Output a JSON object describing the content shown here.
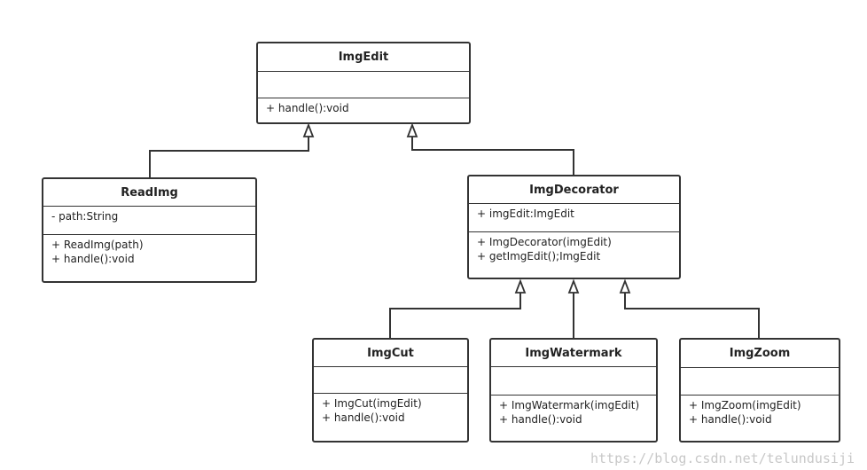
{
  "classes": {
    "imgedit": {
      "name": "ImgEdit",
      "attrs": [],
      "ops": [
        "+ handle():void"
      ]
    },
    "readimg": {
      "name": "ReadImg",
      "attrs": [
        "- path:String"
      ],
      "ops": [
        "+ ReadImg(path)",
        "+ handle():void"
      ]
    },
    "imgdecorator": {
      "name": "ImgDecorator",
      "attrs": [
        "+ imgEdit:ImgEdit"
      ],
      "ops": [
        "+ ImgDecorator(imgEdit)",
        "+ getImgEdit();ImgEdit"
      ]
    },
    "imgcut": {
      "name": "ImgCut",
      "attrs": [],
      "ops": [
        "+ ImgCut(imgEdit)",
        "+ handle():void"
      ]
    },
    "imgwatermark": {
      "name": "ImgWatermark",
      "attrs": [],
      "ops": [
        "+ ImgWatermark(imgEdit)",
        "+ handle():void"
      ]
    },
    "imgzoom": {
      "name": "ImgZoom",
      "attrs": [],
      "ops": [
        "+ ImgZoom(imgEdit)",
        "+ handle():void"
      ]
    }
  },
  "watermark": "https://blog.csdn.net/telundusiji",
  "colors": {
    "line": "#333333",
    "watermark": "#c8c8c8"
  }
}
